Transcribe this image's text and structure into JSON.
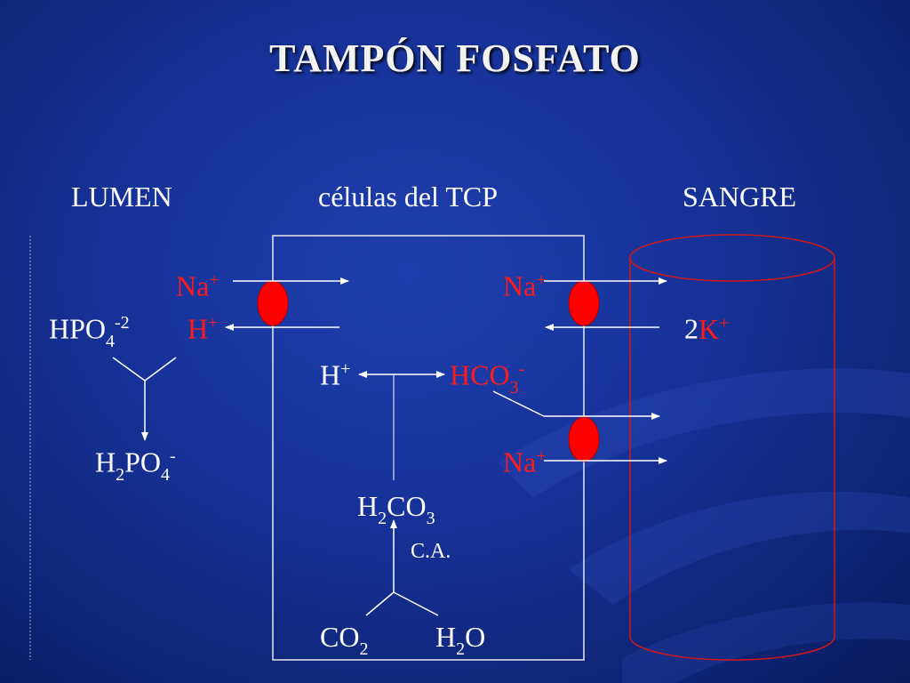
{
  "title": "TAMPÓN FOSFATO",
  "headers": {
    "lumen": "LUMEN",
    "cells": "células del TCP",
    "blood": "SANGRE"
  },
  "species": {
    "na_lumen": "Na",
    "plus": "+",
    "hpo4_base": "HPO",
    "hpo4_sub": "4",
    "hpo4_sup": "-2",
    "h_lumen": "H",
    "h2po4_h": "H",
    "h2po4_2": "2",
    "h2po4_po": "PO",
    "h2po4_4": "4",
    "h2po4_sup": "-",
    "na_cell_top": "Na",
    "k_count": "2",
    "k": "K",
    "h_cell": "H",
    "hco3_base": "HCO",
    "hco3_sub": "3",
    "hco3_sup": "-",
    "na_cell_bottom": "Na",
    "h2co3_h": "H",
    "h2co3_2": "2",
    "h2co3_co": "CO",
    "h2co3_3": "3",
    "ca": "C.A.",
    "co2_base": "CO",
    "co2_sub": "2",
    "h2o_h": "H",
    "h2o_sub": "2",
    "h2o_o": "O"
  },
  "colors": {
    "background": "#17339a",
    "text": "#ffffff",
    "ion_highlight": "#ff1a1a",
    "transporter": "#ff0000",
    "cell_border": "#e8e8e8",
    "blood_vessel": "#d01818"
  }
}
